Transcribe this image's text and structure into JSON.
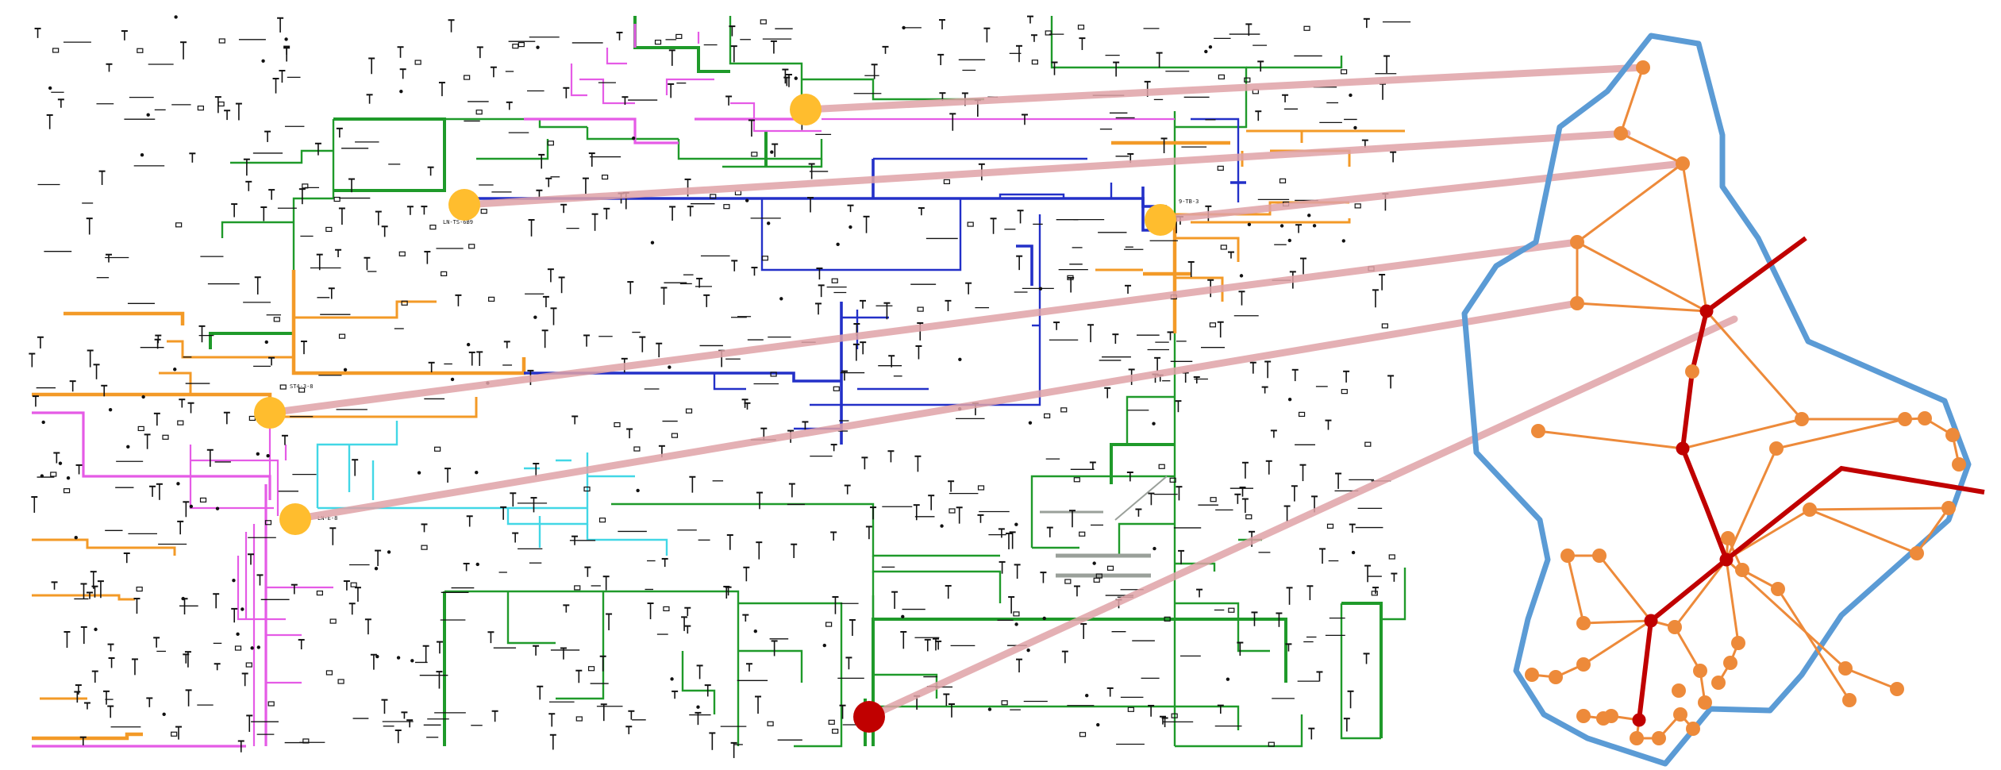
{
  "figure": {
    "left_panel": "feeder single-line schematic",
    "right_panel": "simplified graph of feeder topology"
  },
  "colors": {
    "green": "#1f9a2a",
    "magenta": "#e55be6",
    "blue": "#2330c8",
    "cyan": "#42d7e6",
    "orange": "#f39a27",
    "gray": "#9aa09a",
    "dark": "#111111",
    "connector": "#e0a3a8",
    "outline": "#5b9bd5",
    "graph_edge": "#ed8a3a",
    "graph_node": "#ed8a3a",
    "trunk": "#c00000",
    "marker": "#ffbd2e",
    "root_marker": "#c00000"
  },
  "schematic": {
    "labels": {
      "lbl1": "LN-TS-6B9",
      "lbl2": "9-TB-3",
      "lbl3": "ST4-3-8",
      "lbl4": "LN-E-8"
    },
    "markers": [
      {
        "id": "m1",
        "kind": "highlight"
      },
      {
        "id": "m2",
        "kind": "highlight"
      },
      {
        "id": "m3",
        "kind": "highlight"
      },
      {
        "id": "m4",
        "kind": "highlight"
      },
      {
        "id": "m5",
        "kind": "highlight"
      },
      {
        "id": "m6",
        "kind": "root"
      }
    ]
  }
}
